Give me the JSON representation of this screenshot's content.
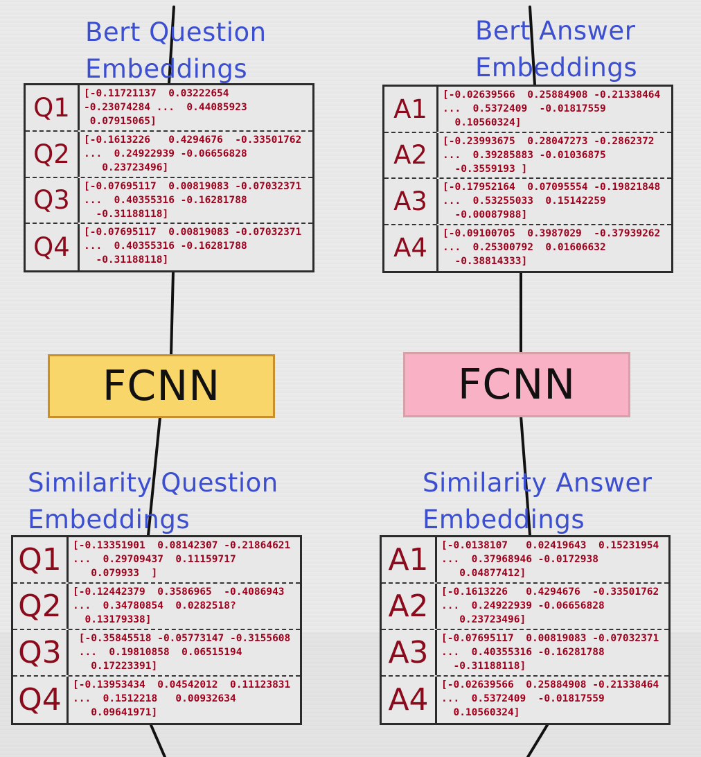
{
  "tables": {
    "bert_question": {
      "heading": [
        "Bert Question",
        "Embeddings"
      ],
      "rows": [
        {
          "label": "Q1",
          "lines": [
            "[-0.11721137  0.03222654",
            "-0.23074284 ...  0.44085923",
            " 0.07915065]"
          ]
        },
        {
          "label": "Q2",
          "lines": [
            "[-0.1613226   0.4294676  -0.33501762",
            "...  0.24922939 -0.06656828",
            "   0.23723496]"
          ]
        },
        {
          "label": "Q3",
          "lines": [
            "[-0.07695117  0.00819083 -0.07032371",
            "...  0.40355316 -0.16281788",
            "  -0.31188118]"
          ]
        },
        {
          "label": "Q4",
          "lines": [
            "[-0.07695117  0.00819083 -0.07032371",
            "...  0.40355316 -0.16281788",
            "  -0.31188118]"
          ]
        }
      ]
    },
    "bert_answer": {
      "heading": [
        "Bert Answer",
        "Embeddings"
      ],
      "rows": [
        {
          "label": "A1",
          "lines": [
            "[-0.02639566  0.25884908 -0.21338464",
            "...  0.5372409  -0.01817559",
            "  0.10560324]"
          ]
        },
        {
          "label": "A2",
          "lines": [
            "[-0.23993675  0.28047273 -0.2862372",
            "...  0.39285883 -0.01036875",
            "  -0.3559193 ]"
          ]
        },
        {
          "label": "A3",
          "lines": [
            "[-0.17952164  0.07095554 -0.19821848",
            "...  0.53255033  0.15142259",
            "  -0.00087988]"
          ]
        },
        {
          "label": "A4",
          "lines": [
            "[-0.09100705  0.3987029  -0.37939262",
            "...  0.25300792  0.01606632",
            "  -0.38814333]"
          ]
        }
      ]
    },
    "similarity_question": {
      "heading": [
        "Similarity Question",
        "Embeddings"
      ],
      "rows": [
        {
          "label": "Q1",
          "lines": [
            "[-0.13351901  0.08142307 -0.21864621",
            "...  0.29709437  0.11159717",
            "   0.079933  ]"
          ]
        },
        {
          "label": "Q2",
          "lines": [
            "[-0.12442379  0.3586965  -0.4086943",
            "...  0.34780854  0.0282518?",
            "  0.13179338]"
          ]
        },
        {
          "label": "Q3",
          "lines": [
            " [-0.35845518 -0.05773147 -0.3155608",
            " ...  0.19810858  0.06515194",
            "   0.17223391]"
          ]
        },
        {
          "label": "Q4",
          "lines": [
            "[-0.13953434  0.04542012  0.11123831",
            "...  0.1512218   0.00932634",
            "   0.09641971]"
          ]
        }
      ]
    },
    "similarity_answer": {
      "heading": [
        "Similarity Answer",
        "Embeddings"
      ],
      "rows": [
        {
          "label": "A1",
          "lines": [
            "[-0.0138107   0.02419643  0.15231954",
            "...  0.37968946 -0.0172938",
            "   0.04877412]"
          ]
        },
        {
          "label": "A2",
          "lines": [
            "[-0.1613226   0.4294676  -0.33501762",
            "...  0.24922939 -0.06656828",
            "   0.23723496]"
          ]
        },
        {
          "label": "A3",
          "lines": [
            "[-0.07695117  0.00819083 -0.07032371",
            "...  0.40355316 -0.16281788",
            "  -0.31188118]"
          ]
        },
        {
          "label": "A4",
          "lines": [
            "[-0.02639566  0.25884908 -0.21338464",
            "...  0.5372409  -0.01817559",
            "  0.10560324]"
          ]
        }
      ]
    }
  },
  "fcnn_left": {
    "label": "FCNN",
    "color": "#f8d66a"
  },
  "fcnn_right": {
    "label": "FCNN",
    "color": "#f9b1c6"
  },
  "colors": {
    "heading": "#3c4fd0",
    "vector_text": "#a0001c",
    "row_label": "#8b0a1c"
  }
}
